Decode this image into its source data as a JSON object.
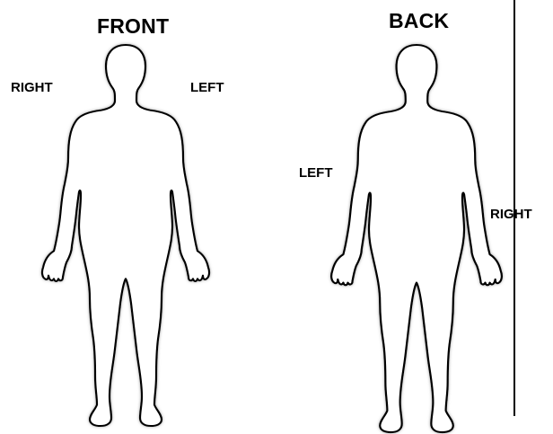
{
  "front": {
    "title": "FRONT",
    "right_label": "RIGHT",
    "left_label": "LEFT"
  },
  "back": {
    "title": "BACK",
    "left_label": "LEFT",
    "right_label": "RIGHT"
  },
  "colors": {
    "outline": "#000000",
    "outline_shadow": "#9a9a9a",
    "background": "#ffffff"
  }
}
